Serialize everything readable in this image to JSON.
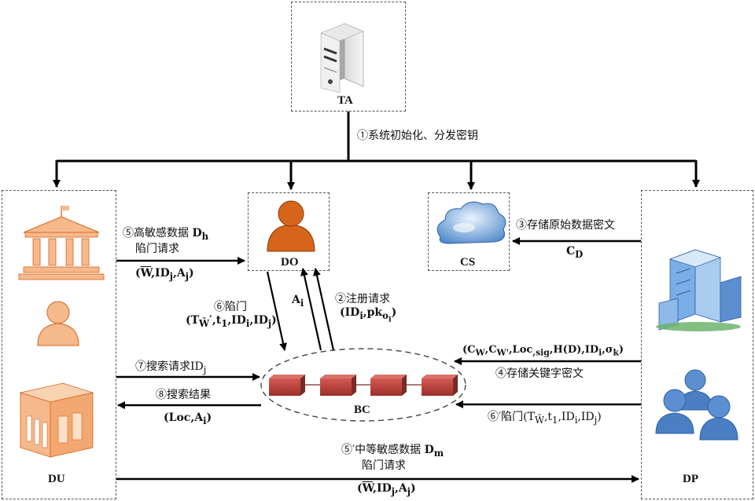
{
  "nodes": {
    "ta": "TA",
    "do": "DO",
    "cs": "CS",
    "bc": "BC",
    "du": "DU",
    "dp": "DP"
  },
  "steps": {
    "s1": "①系统初始化、分发密钥",
    "s2_title": "②注册请求",
    "s2_payload": "(ID",
    "s2_payload_html": "(ID<sub>i</sub>,pk<sub>o<sub>i</sub></sub>)",
    "s3_title": "③存储原始数据密文",
    "s3_payload_html": "C<sub>D</sub>",
    "s4_payload_html": "(C<sub>W</sub>,C<sub>W'</sub>,Loc<sub>,sig</sub>,H(D),ID<sub>i</sub>,σ<sub>k</sub>)",
    "s4_title": "④存储关键字密文",
    "s5_title": "⑤高敏感数据 D",
    "s5_title_html": "⑤高敏感数据 <b>D<sub>h</sub></b>",
    "s5_sub": "陷门请求",
    "s5_payload_html": "(<span style=\"text-decoration:overline\">W</span>,ID<sub>j</sub>,A<sub>j</sub>)",
    "s5p_title_html": "⑤′中等敏感数据 <b>D<sub>m</sub></b>",
    "s5p_sub": "陷门请求",
    "s5p_payload_html": "(<span style=\"text-decoration:overline\">W</span>,ID<sub>j</sub>,A<sub>j</sub>)",
    "s6_title": "⑥陷门",
    "s6_payload_html": "(T<sub>W̄</sub>′,t<sub>1</sub>,ID<sub>i</sub>,ID<sub>j</sub>)",
    "s6p_html": "⑥′陷门(T<sub>W̄</sub>,t<sub>1</sub>,ID<sub>i</sub>,ID<sub>j</sub>)",
    "a_i_html": "A<sub>i</sub>",
    "s7_html": "⑦搜索请求ID<sub>j</sub>",
    "s8_title": "⑧搜索结果",
    "s8_payload_html": "(Loc,A<sub>i</sub>)"
  },
  "icons": {
    "ta": "server-icon",
    "do": "person-icon",
    "cs": "cloud-icon",
    "du_top": "institution-icon",
    "du_mid": "person-icon",
    "du_bottom": "building-icon",
    "dp_top": "office-tower-icon",
    "dp_bottom": "group-icon",
    "bc": "blockchain-icon"
  },
  "colors": {
    "orange_light": "#f6b98c",
    "orange_dark": "#d6641a",
    "blue": "#5b8fd0",
    "blue_dark": "#2f5fa8",
    "block_red": "#b8413a",
    "arrow": "#000000"
  }
}
